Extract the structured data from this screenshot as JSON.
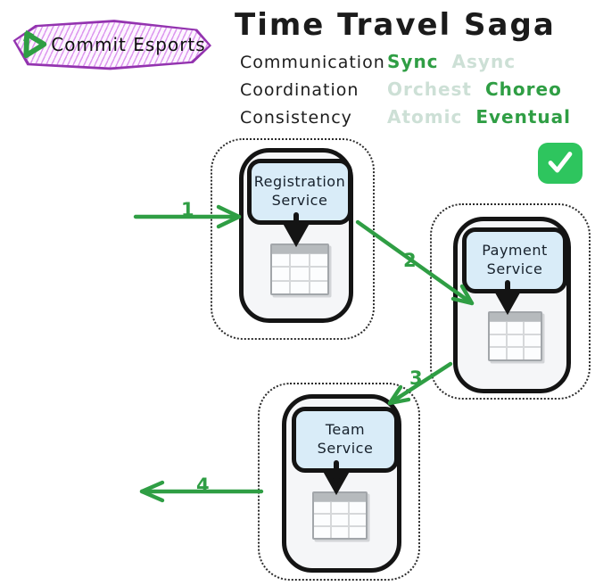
{
  "logo": {
    "text": "Commit Esports"
  },
  "title": "Time Travel Saga",
  "attributes": [
    {
      "label": "Communication",
      "options": [
        {
          "text": "Sync",
          "state": "chosen"
        },
        {
          "text": "Async",
          "state": "dimmed"
        }
      ]
    },
    {
      "label": "Coordination",
      "options": [
        {
          "text": "Orchest",
          "state": "dimmed"
        },
        {
          "text": "Choreo",
          "state": "chosen"
        }
      ]
    },
    {
      "label": "Consistency",
      "options": [
        {
          "text": "Atomic",
          "state": "dimmed"
        },
        {
          "text": "Eventual",
          "state": "chosen"
        }
      ]
    }
  ],
  "services": [
    {
      "name": "Registration Service"
    },
    {
      "name": "Payment Service"
    },
    {
      "name": "Team Service"
    }
  ],
  "flow_steps": [
    "1",
    "2",
    "3",
    "4"
  ],
  "colors": {
    "accent_green": "#2f9e44",
    "dimmed_green": "#cde0d6",
    "check_green": "#2ec55e",
    "logo_purple": "#9333af",
    "service_label_blue": "#d9ecf8",
    "ink": "#1e1e1e"
  }
}
